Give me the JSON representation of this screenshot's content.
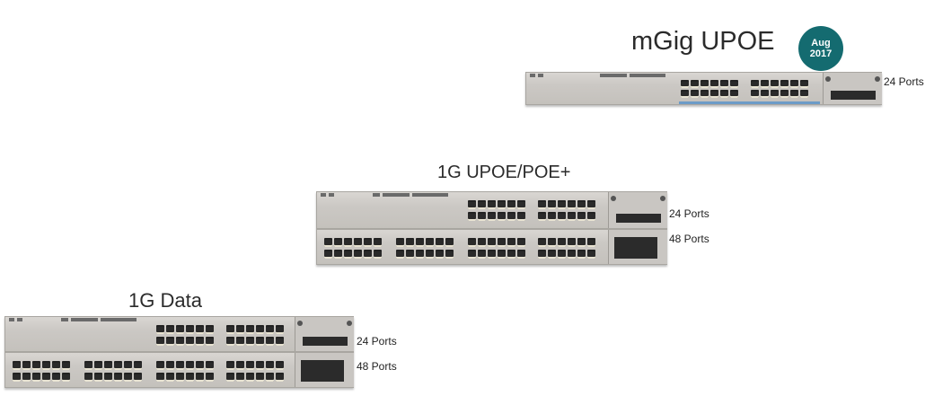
{
  "groups": [
    {
      "title": "mGig UPOE",
      "badge": {
        "line1": "Aug",
        "line2": "2017",
        "color": "#146b70"
      },
      "models": [
        {
          "label": "24 Ports"
        }
      ]
    },
    {
      "title": "1G UPOE/POE+",
      "models": [
        {
          "label": "24 Ports"
        },
        {
          "label": "48 Ports"
        }
      ]
    },
    {
      "title": "1G Data",
      "models": [
        {
          "label": "24 Ports"
        },
        {
          "label": "48 Ports"
        }
      ]
    }
  ],
  "colors": {
    "badge": "#146b70",
    "chassis": "#cbc8c4",
    "poe_stripe": "#6c9bc7"
  }
}
